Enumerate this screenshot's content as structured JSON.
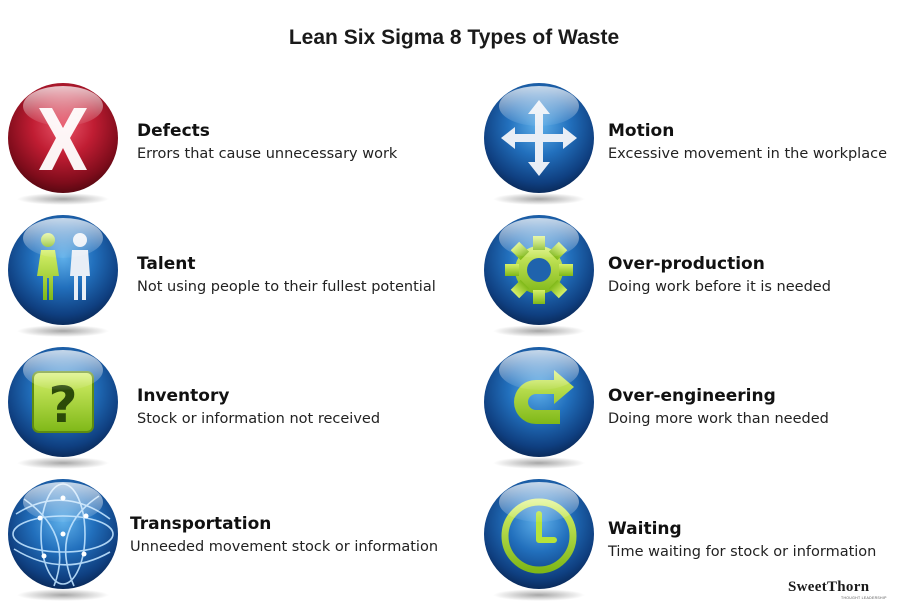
{
  "title": "Lean Six Sigma 8 Types of Waste",
  "wastes": [
    {
      "name": "Defects",
      "description": "Errors that cause unnecessary  work",
      "icon": "x-mark-icon",
      "color": "#b3132a"
    },
    {
      "name": "Motion",
      "description": "Excessive  movement  in the workplace",
      "icon": "four-way-arrows-icon",
      "color": "#1d5faa"
    },
    {
      "name": "Talent",
      "description": "Not using people to their fullest potential",
      "icon": "people-icon",
      "color": "#1d5faa"
    },
    {
      "name": "Over-production",
      "description": "Doing work before it is needed",
      "icon": "gear-icon",
      "color": "#1d5faa"
    },
    {
      "name": "Inventory",
      "description": "Stock or information  not received",
      "icon": "question-mark-icon",
      "color": "#1d5faa"
    },
    {
      "name": "Over-engineering",
      "description": "Doing more work than needed",
      "icon": "u-turn-arrow-icon",
      "color": "#1d5faa"
    },
    {
      "name": "Transportation",
      "description": "Unneeded movement  stock or information",
      "icon": "globe-network-icon",
      "color": "#1d5faa"
    },
    {
      "name": "Waiting",
      "description": "Time waiting for stock or information",
      "icon": "clock-icon",
      "color": "#1d5faa"
    }
  ],
  "brand": {
    "name": "SweetThorn",
    "tagline": "THOUGHT LEADERSHIP"
  },
  "colors": {
    "accent_green": "#9ed326",
    "sphere_blue": "#1d5faa",
    "sphere_red": "#b3132a"
  }
}
